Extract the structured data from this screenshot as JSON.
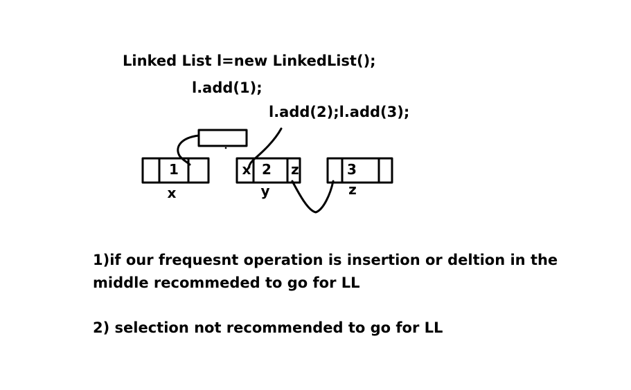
{
  "code": {
    "line1": "Linked List l=new LinkedList();",
    "line2": "l.add(1);",
    "line3": "l.add(2);l.add(3);"
  },
  "nodes": [
    {
      "value": "1",
      "label": "x",
      "prev": "",
      "next": ""
    },
    {
      "value": "2",
      "label": "y",
      "prev": "x",
      "next": "z"
    },
    {
      "value": "3",
      "label": "z",
      "prev": "",
      "next": ""
    }
  ],
  "notes": {
    "note1_line1": "1)if our frequesnt operation is insertion or deltion in the",
    "note1_line2": "middle recommeded to go for LL",
    "note2": "2) selection not recommended to go for LL"
  },
  "colors": {
    "ink": "#000000",
    "background": "#ffffff"
  }
}
